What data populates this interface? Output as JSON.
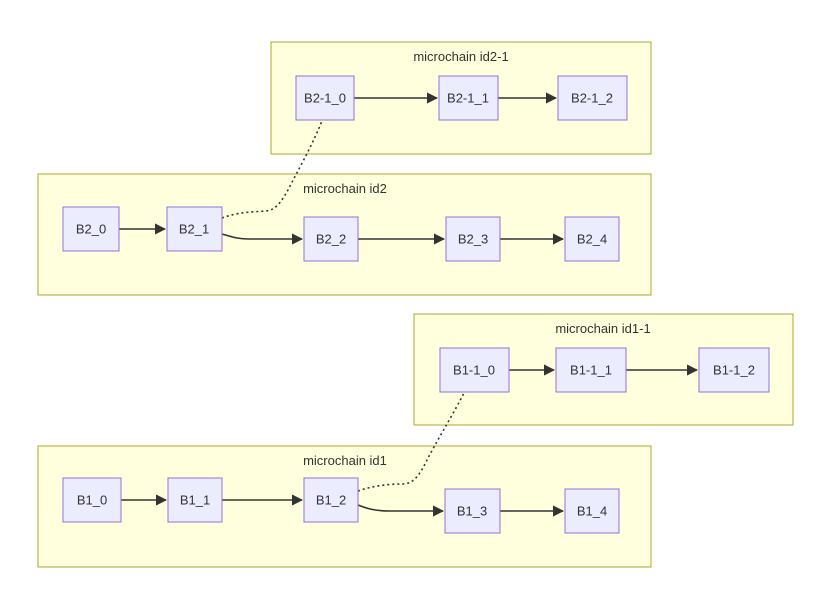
{
  "clusters": [
    {
      "id": "id2-1",
      "label": "microchain id2-1"
    },
    {
      "id": "id2",
      "label": "microchain id2"
    },
    {
      "id": "id1-1",
      "label": "microchain id1-1"
    },
    {
      "id": "id1",
      "label": "microchain id1"
    }
  ],
  "nodes": [
    {
      "id": "B2-1_0",
      "label": "B2-1_0",
      "cluster": "id2-1"
    },
    {
      "id": "B2-1_1",
      "label": "B2-1_1",
      "cluster": "id2-1"
    },
    {
      "id": "B2-1_2",
      "label": "B2-1_2",
      "cluster": "id2-1"
    },
    {
      "id": "B2_0",
      "label": "B2_0",
      "cluster": "id2"
    },
    {
      "id": "B2_1",
      "label": "B2_1",
      "cluster": "id2"
    },
    {
      "id": "B2_2",
      "label": "B2_2",
      "cluster": "id2"
    },
    {
      "id": "B2_3",
      "label": "B2_3",
      "cluster": "id2"
    },
    {
      "id": "B2_4",
      "label": "B2_4",
      "cluster": "id2"
    },
    {
      "id": "B1-1_0",
      "label": "B1-1_0",
      "cluster": "id1-1"
    },
    {
      "id": "B1-1_1",
      "label": "B1-1_1",
      "cluster": "id1-1"
    },
    {
      "id": "B1-1_2",
      "label": "B1-1_2",
      "cluster": "id1-1"
    },
    {
      "id": "B1_0",
      "label": "B1_0",
      "cluster": "id1"
    },
    {
      "id": "B1_1",
      "label": "B1_1",
      "cluster": "id1"
    },
    {
      "id": "B1_2",
      "label": "B1_2",
      "cluster": "id1"
    },
    {
      "id": "B1_3",
      "label": "B1_3",
      "cluster": "id1"
    },
    {
      "id": "B1_4",
      "label": "B1_4",
      "cluster": "id1"
    }
  ],
  "edges": [
    {
      "from": "B2-1_0",
      "to": "B2-1_1",
      "style": "solid"
    },
    {
      "from": "B2-1_1",
      "to": "B2-1_2",
      "style": "solid"
    },
    {
      "from": "B2_0",
      "to": "B2_1",
      "style": "solid"
    },
    {
      "from": "B2_1",
      "to": "B2_2",
      "style": "solid"
    },
    {
      "from": "B2_2",
      "to": "B2_3",
      "style": "solid"
    },
    {
      "from": "B2_3",
      "to": "B2_4",
      "style": "solid"
    },
    {
      "from": "B2_1",
      "to": "B2-1_0",
      "style": "dotted"
    },
    {
      "from": "B1-1_0",
      "to": "B1-1_1",
      "style": "solid"
    },
    {
      "from": "B1-1_1",
      "to": "B1-1_2",
      "style": "solid"
    },
    {
      "from": "B1_0",
      "to": "B1_1",
      "style": "solid"
    },
    {
      "from": "B1_1",
      "to": "B1_2",
      "style": "solid"
    },
    {
      "from": "B1_2",
      "to": "B1_3",
      "style": "solid"
    },
    {
      "from": "B1_3",
      "to": "B1_4",
      "style": "solid"
    },
    {
      "from": "B1_2",
      "to": "B1-1_0",
      "style": "dotted"
    }
  ],
  "colors": {
    "cluster_fill": "#ffffde",
    "cluster_stroke": "#aaaa33",
    "node_fill": "#ececff",
    "node_stroke": "#9370db",
    "edge": "#333333",
    "text": "#333333"
  }
}
